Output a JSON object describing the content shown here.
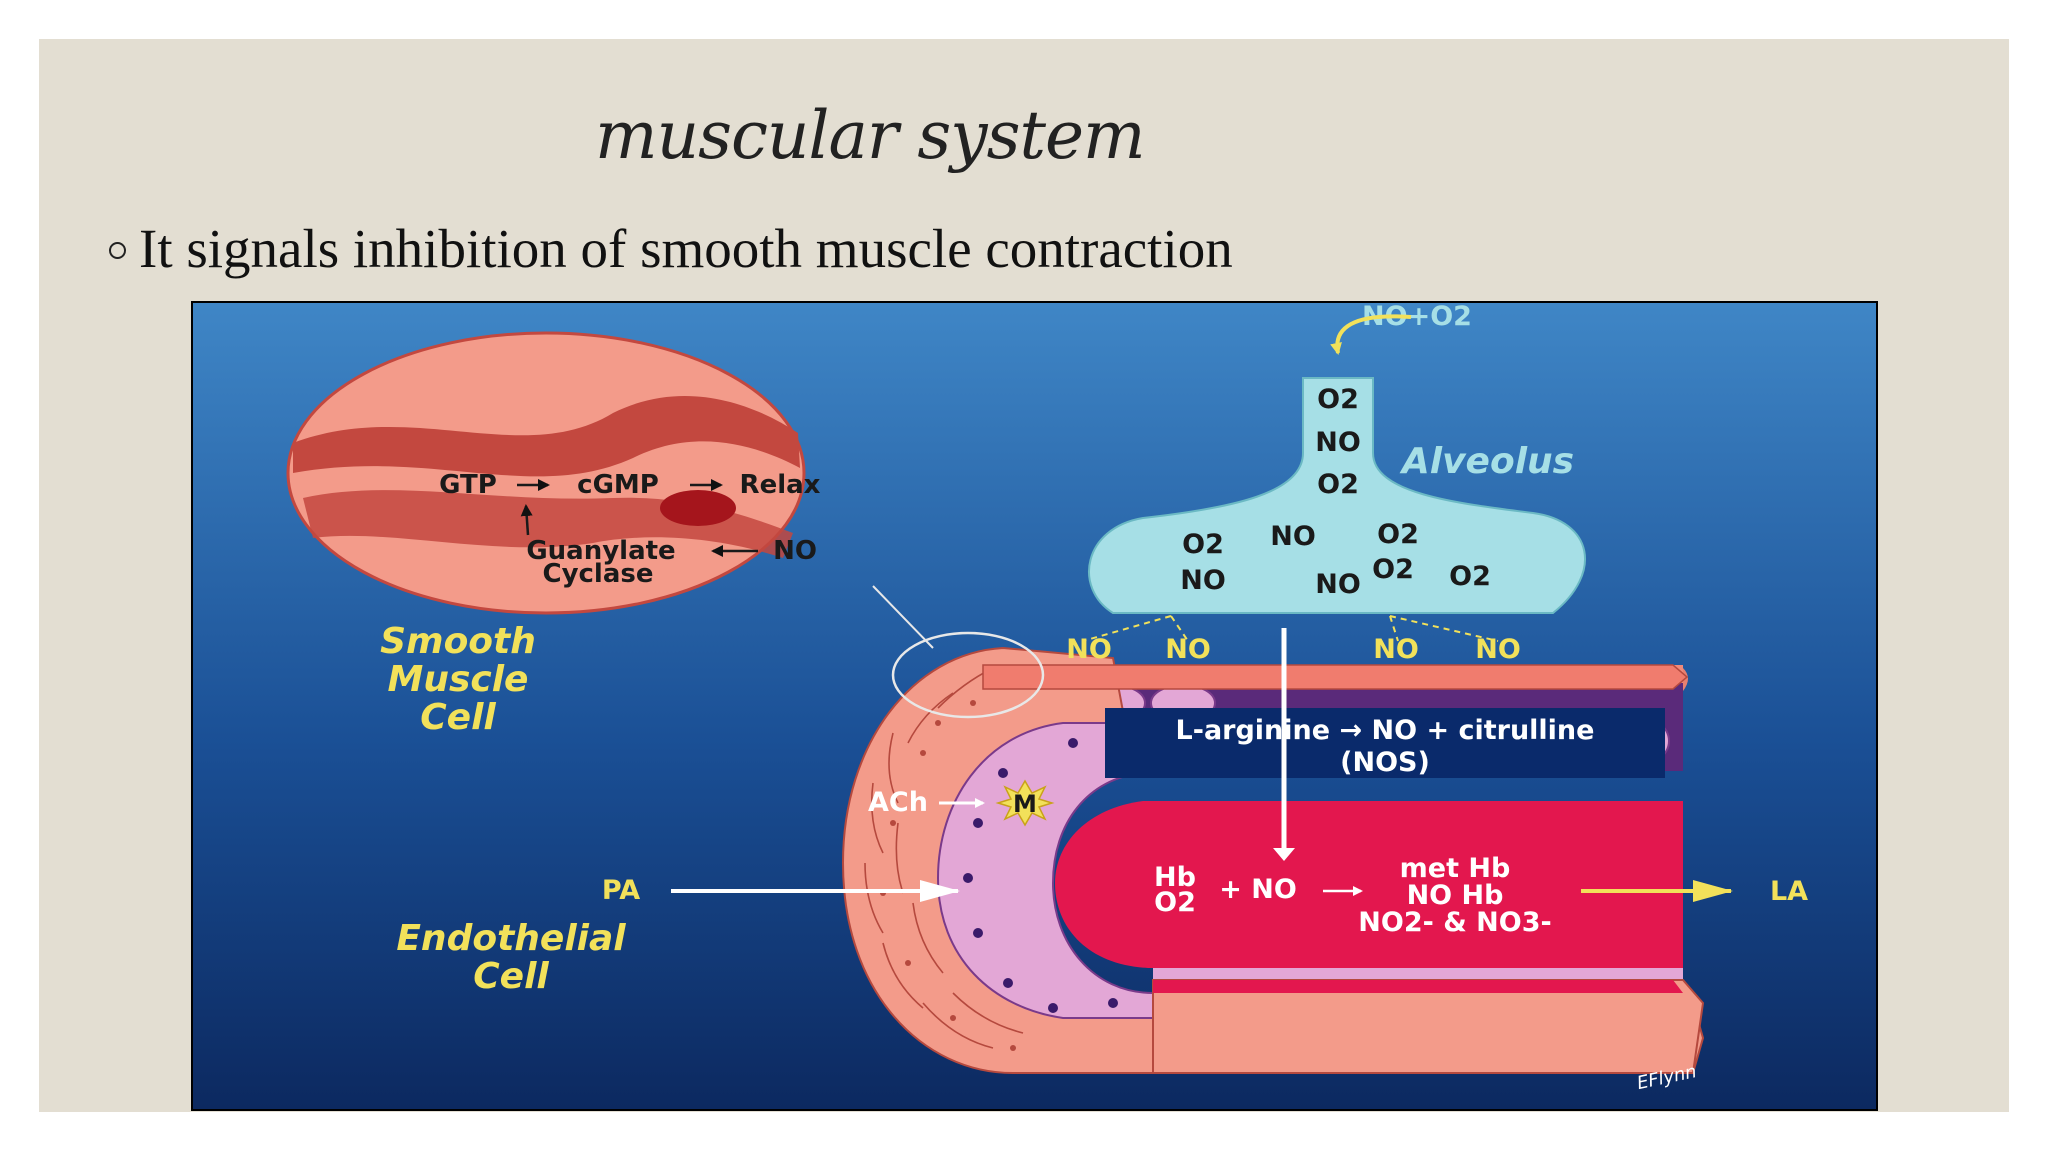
{
  "slide": {
    "title": "muscular system",
    "bullet": "It signals inhibition of smooth muscle contraction"
  },
  "diagram": {
    "top_input": "NO+O2",
    "alveolus_label": "Alveolus",
    "alveolus_gases": [
      "O2",
      "NO",
      "O2",
      "O2",
      "NO",
      "O2",
      "NO",
      "O2",
      "NO",
      "O2"
    ],
    "diffusing_no": [
      "NO",
      "NO",
      "NO",
      "NO"
    ],
    "smooth_muscle_label": [
      "Smooth",
      "Muscle",
      "Cell"
    ],
    "endothelial_label": [
      "Endothelial",
      "Cell"
    ],
    "inset": {
      "gtp": "GTP",
      "cgmp": "cGMP",
      "relax": "Relax",
      "guanylate": "Guanylate",
      "cyclase": "Cyclase",
      "no": "NO"
    },
    "nos_reaction": {
      "line1": "L-arginine → NO + citrulline",
      "line2": "(NOS)"
    },
    "ach": "ACh",
    "m_receptor": "M",
    "pa": "PA",
    "la": "LA",
    "hb_reaction": {
      "hb": "Hb",
      "o2": "O2",
      "plus_no": "+ NO",
      "products": [
        "met Hb",
        "NO Hb",
        "NO2- & NO3-"
      ]
    },
    "signature": "EFlynn"
  },
  "colors": {
    "slide_background": "#e3ded2",
    "figure_background_top": "#3f86c6",
    "figure_background_bottom": "#0c2960",
    "vessel_lumen": "#e3174e",
    "vessel_wall": "#f39b8a",
    "alveolus": "#a6dfe6",
    "label_yellow": "#f2e15a"
  }
}
